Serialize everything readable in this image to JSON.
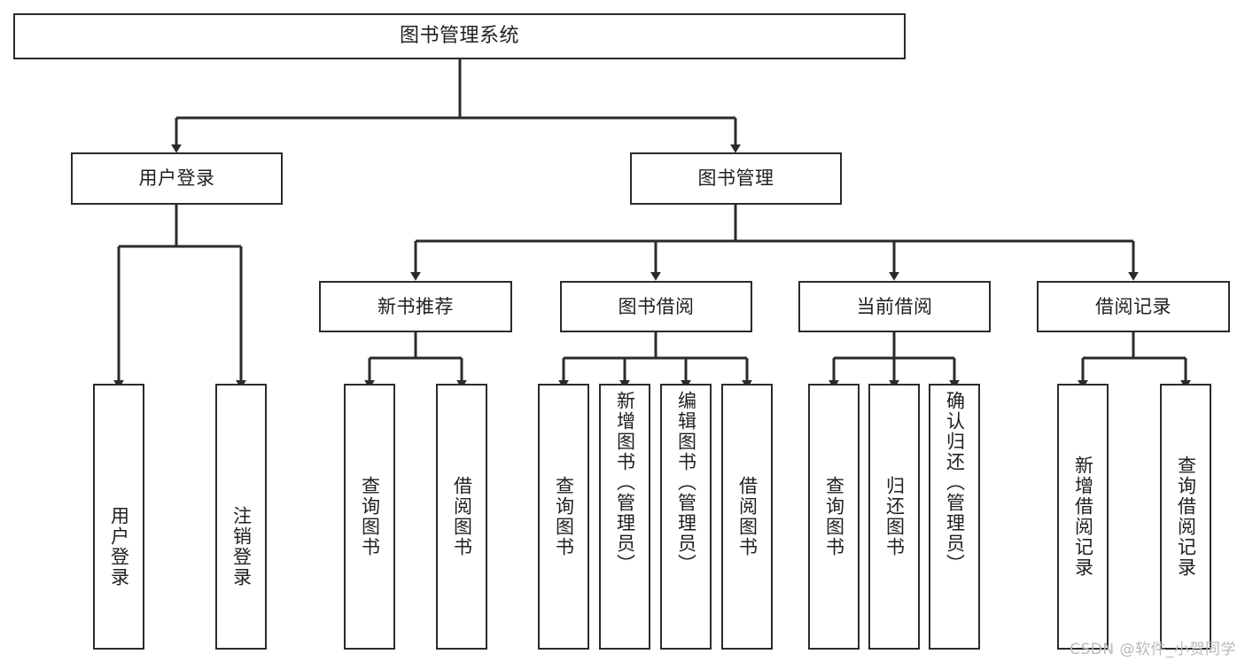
{
  "diagram": {
    "title": "图书管理系统",
    "type": "tree",
    "watermark": "CSDN @软件_小贺同学",
    "colors": {
      "box_border": "#2b2b2b",
      "box_fill": "#ffffff",
      "connector": "#2b2b2b",
      "text": "#1f1f1f",
      "watermark": "#b9b9b9",
      "background": "#ffffff"
    },
    "root": {
      "id": "root",
      "label": "图书管理系统"
    },
    "level2": [
      {
        "id": "user-login",
        "label": "用户登录"
      },
      {
        "id": "book-manage",
        "label": "图书管理"
      }
    ],
    "level3": [
      {
        "id": "new-book-rec",
        "label": "新书推荐",
        "parent": "book-manage"
      },
      {
        "id": "book-borrow",
        "label": "图书借阅",
        "parent": "book-manage"
      },
      {
        "id": "current-borrow",
        "label": "当前借阅",
        "parent": "book-manage"
      },
      {
        "id": "borrow-record",
        "label": "借阅记录",
        "parent": "book-manage"
      }
    ],
    "leaves": [
      {
        "id": "leaf-user-login",
        "label": "用户登录",
        "parent": "user-login"
      },
      {
        "id": "leaf-logout",
        "label": "注销登录",
        "parent": "user-login"
      },
      {
        "id": "leaf-query-book-1",
        "label": "查询图书",
        "parent": "new-book-rec"
      },
      {
        "id": "leaf-borrow-book-1",
        "label": "借阅图书",
        "parent": "new-book-rec"
      },
      {
        "id": "leaf-query-book-2",
        "label": "查询图书",
        "parent": "book-borrow"
      },
      {
        "id": "leaf-add-book",
        "label": "新增图书（管理员）",
        "parent": "book-borrow"
      },
      {
        "id": "leaf-edit-book",
        "label": "编辑图书（管理员）",
        "parent": "book-borrow"
      },
      {
        "id": "leaf-borrow-book-2",
        "label": "借阅图书",
        "parent": "book-borrow"
      },
      {
        "id": "leaf-query-book-3",
        "label": "查询图书",
        "parent": "current-borrow"
      },
      {
        "id": "leaf-return-book",
        "label": "归还图书",
        "parent": "current-borrow"
      },
      {
        "id": "leaf-confirm-return",
        "label": "确认归还（管理员）",
        "parent": "current-borrow"
      },
      {
        "id": "leaf-add-record",
        "label": "新增借阅记录",
        "parent": "borrow-record"
      },
      {
        "id": "leaf-query-record",
        "label": "查询借阅记录",
        "parent": "borrow-record"
      }
    ]
  }
}
